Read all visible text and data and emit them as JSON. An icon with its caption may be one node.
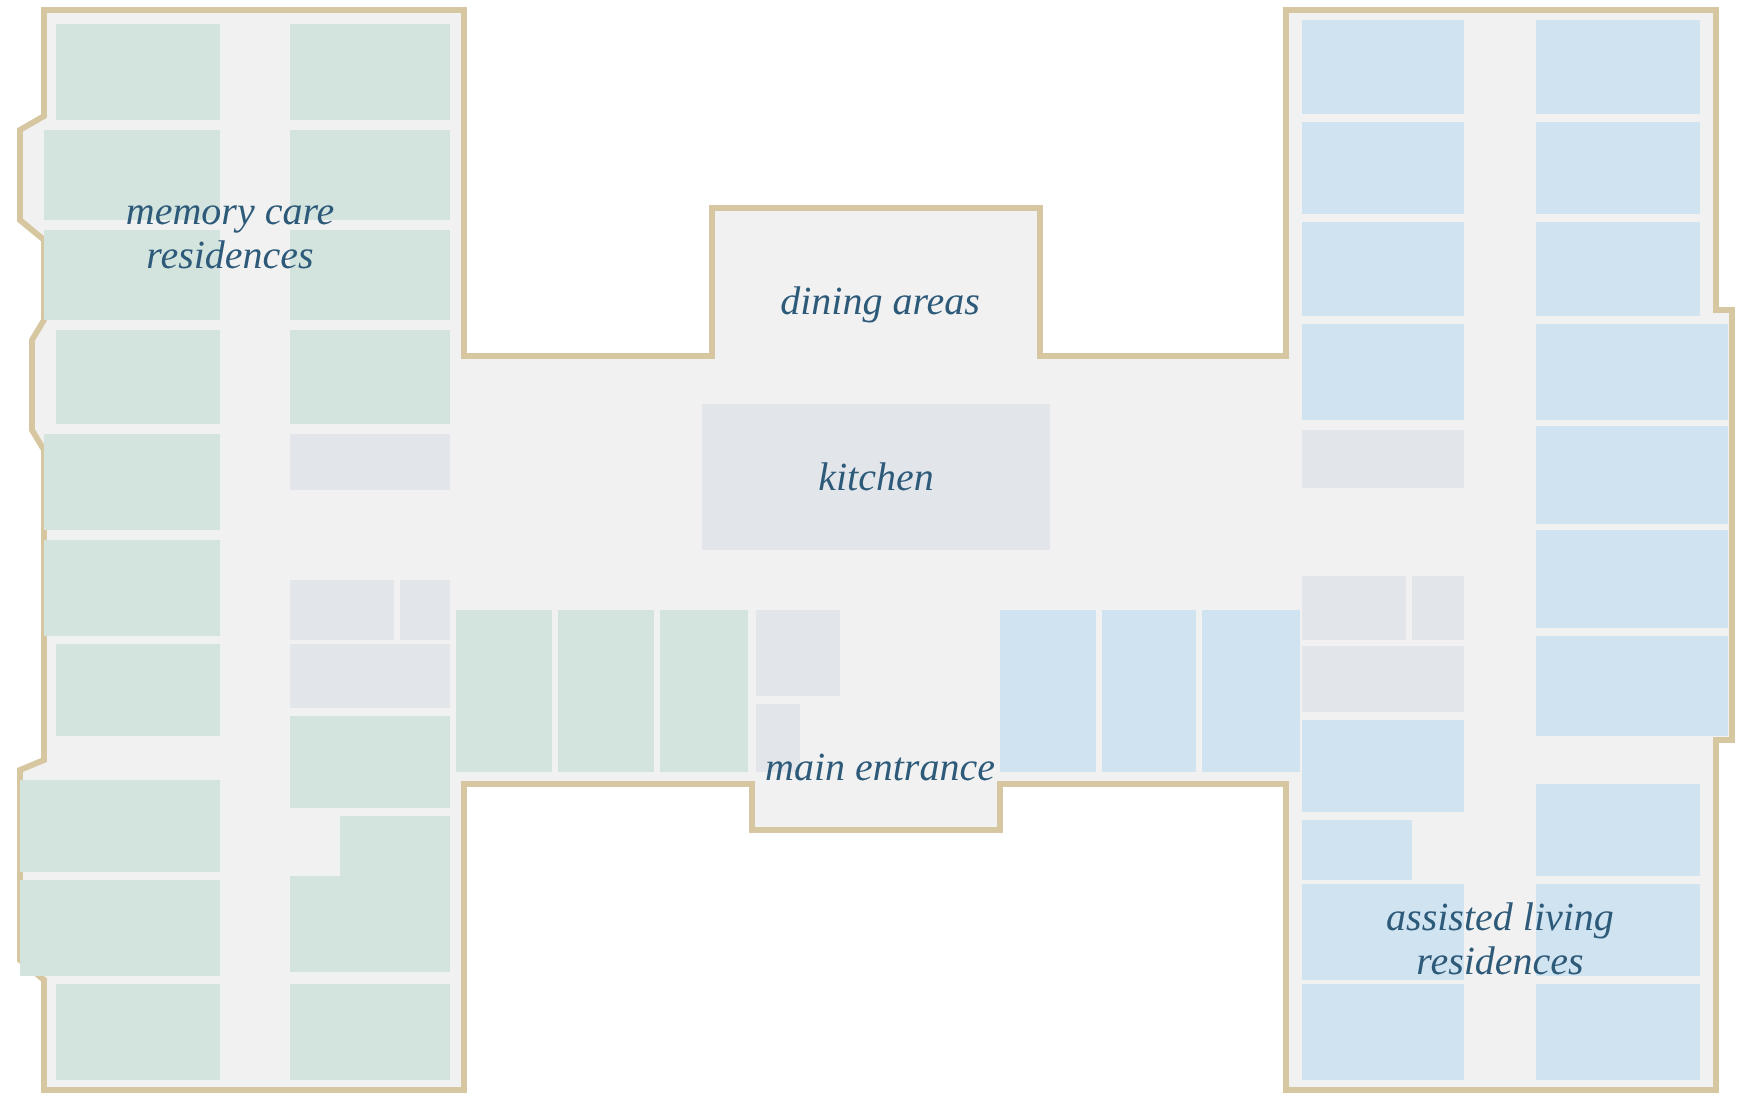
{
  "diagram": {
    "nodes": [
      {
        "text": [
          "kitchen"
        ]
      }
    ],
    "labels": [
      "memory care residences",
      "dining areas",
      "main entrance",
      "assisted living residences"
    ]
  }
}
